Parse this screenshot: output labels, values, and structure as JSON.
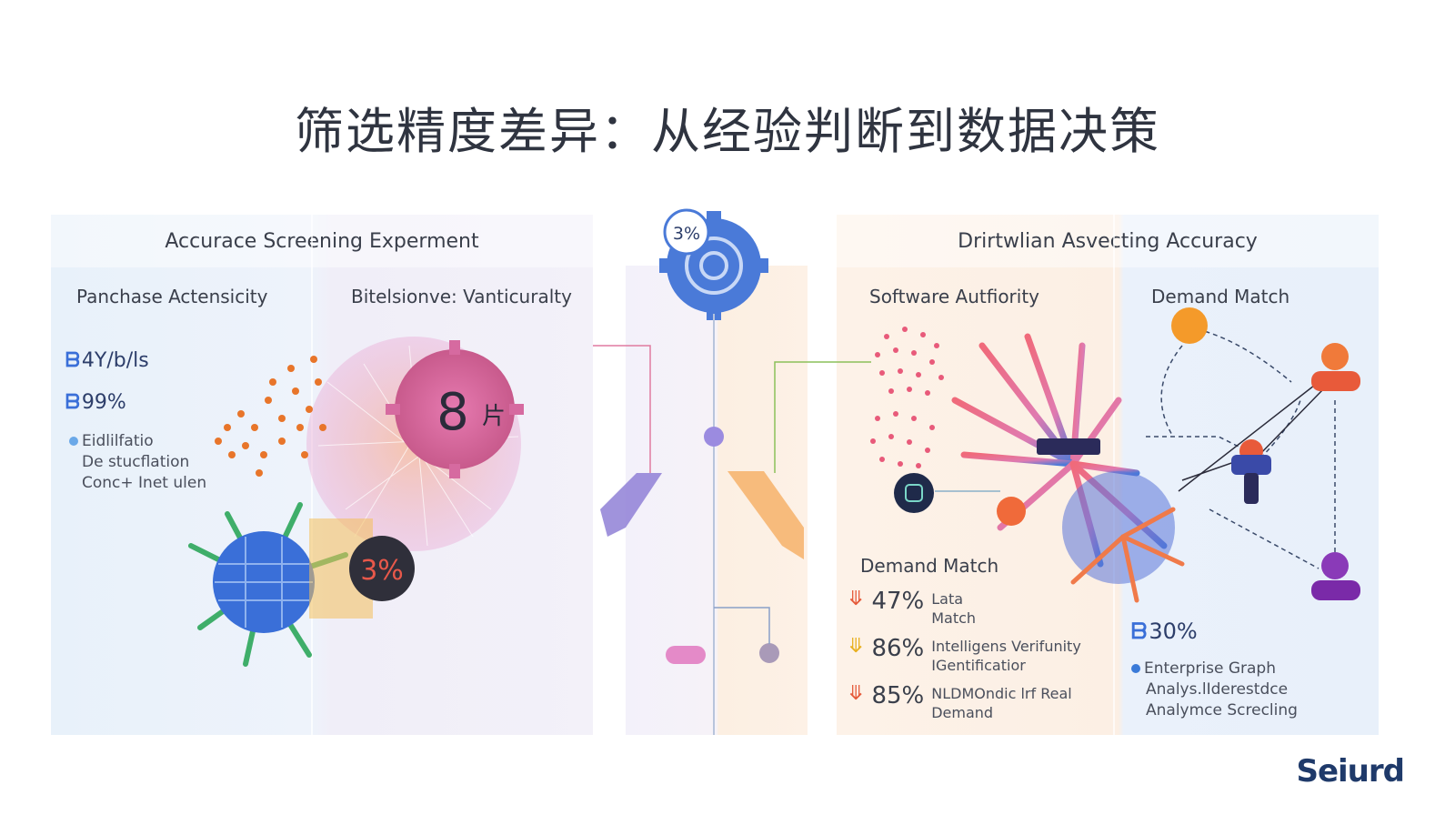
{
  "title": "筛选精度差异：从经验判断到数据决策",
  "left": {
    "header": "Accurace Screening Experment",
    "col1_title": "Panchase Actensicity",
    "col2_title": "Bitelsionve: Vanticuralty",
    "stat1": "4Y/b/ls",
    "stat2": "99%",
    "note_lines": [
      "Eidlilfatio",
      "De stucflation",
      "Conc+ Inet ulen"
    ],
    "badge_big": "8",
    "badge_big_suffix": "片",
    "badge_small": "3%"
  },
  "center": {
    "gear_badge": "3%"
  },
  "right": {
    "header": "Drirtwlian Asvecting Accuracy",
    "col1_title": "Software Autfiority",
    "col2_title": "Demand Match",
    "demand_title": "Demand Match",
    "stats": [
      {
        "pct": "47%",
        "label": [
          "Lata",
          "Match"
        ],
        "color": "red"
      },
      {
        "pct": "86%",
        "label": [
          "Intelligens Verifunity",
          "IGentificatior"
        ],
        "color": "yellow"
      },
      {
        "pct": "85%",
        "label": [
          "NLDMOndic lrf Real",
          "Demand"
        ],
        "color": "red"
      }
    ],
    "graph_stat": "30%",
    "graph_lines": [
      "Enterprise Graph",
      "Analys.lIderestdce",
      "Analymce Screcling"
    ]
  },
  "logo": "Seiurd",
  "colors": {
    "accent_blue": "#3a6fd8",
    "accent_orange": "#f28a2e",
    "accent_pink": "#e0608a",
    "accent_purple": "#8a6cc8"
  }
}
